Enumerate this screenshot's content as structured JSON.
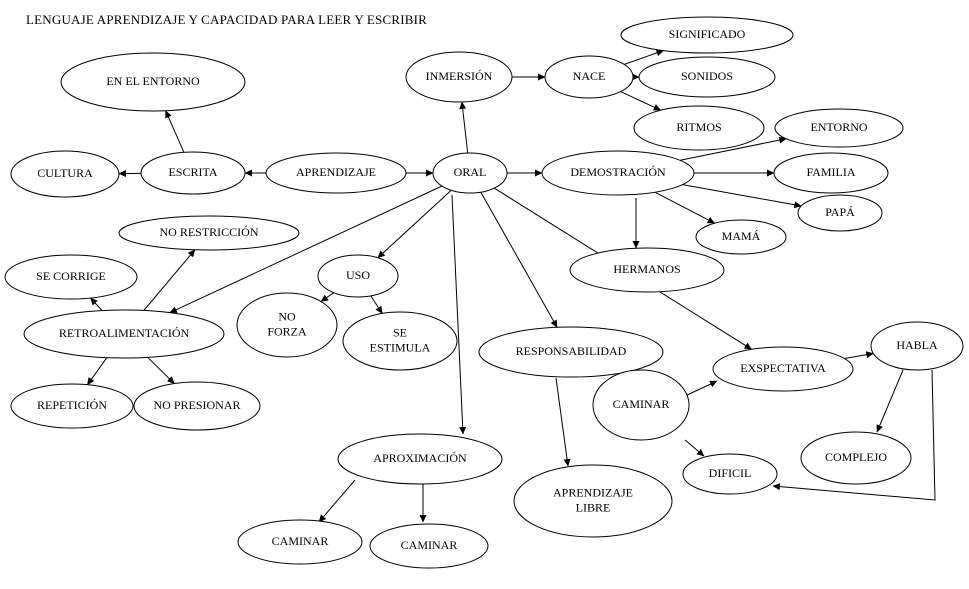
{
  "title": "LENGUAJE APRENDIZAJE Y CAPACIDAD PARA LEER Y ESCRIBIR",
  "colors": {
    "stroke": "#000000",
    "fill": "#ffffff",
    "text": "#000000"
  },
  "nodes": [
    {
      "id": "oral",
      "label": "ORAL"
    },
    {
      "id": "aprendizaje",
      "label": "APRENDIZAJE"
    },
    {
      "id": "escrita",
      "label": "ESCRITA"
    },
    {
      "id": "cultura",
      "label": "CULTURA"
    },
    {
      "id": "en-el-entorno",
      "label": "EN EL ENTORNO"
    },
    {
      "id": "inmersion",
      "label": "INMERSIÓN"
    },
    {
      "id": "nace",
      "label": "NACE"
    },
    {
      "id": "significado",
      "label": "SIGNIFICADO"
    },
    {
      "id": "sonidos",
      "label": "SONIDOS"
    },
    {
      "id": "ritmos",
      "label": "RITMOS"
    },
    {
      "id": "demostracion",
      "label": "DEMOSTRACIÓN"
    },
    {
      "id": "entorno",
      "label": "ENTORNO"
    },
    {
      "id": "familia",
      "label": "FAMILIA"
    },
    {
      "id": "papa",
      "label": "PAPÁ"
    },
    {
      "id": "mama",
      "label": "MAMÁ"
    },
    {
      "id": "hermanos",
      "label": "HERMANOS"
    },
    {
      "id": "uso",
      "label": "USO"
    },
    {
      "id": "no-forza",
      "label": "NO\nFORZA"
    },
    {
      "id": "se-estimula",
      "label": "SE\nESTIMULA"
    },
    {
      "id": "retroalimentacion",
      "label": "RETROALIMENTACIÓN"
    },
    {
      "id": "no-restriccion",
      "label": "NO RESTRICCIÓN"
    },
    {
      "id": "se-corrige",
      "label": "SE CORRIGE"
    },
    {
      "id": "repeticion",
      "label": "REPETICIÓN"
    },
    {
      "id": "no-presionar",
      "label": "NO PRESIONAR"
    },
    {
      "id": "responsabilidad",
      "label": "RESPONSABILIDAD"
    },
    {
      "id": "aprendizaje-libre",
      "label": "APRENDIZAJE\nLIBRE"
    },
    {
      "id": "aproximacion",
      "label": "APROXIMACIÓN"
    },
    {
      "id": "caminar-1",
      "label": "CAMINAR"
    },
    {
      "id": "caminar-2",
      "label": "CAMINAR"
    },
    {
      "id": "expectativa",
      "label": "EXSPECTATIVA"
    },
    {
      "id": "habla",
      "label": "HABLA"
    },
    {
      "id": "caminar-3",
      "label": "CAMINAR"
    },
    {
      "id": "dificil",
      "label": "DIFICIL"
    },
    {
      "id": "complejo",
      "label": "COMPLEJO"
    }
  ],
  "edges": [
    {
      "from": "aprendizaje",
      "to": "oral"
    },
    {
      "from": "aprendizaje",
      "to": "escrita"
    },
    {
      "from": "escrita",
      "to": "cultura"
    },
    {
      "from": "escrita",
      "to": "en-el-entorno"
    },
    {
      "from": "oral",
      "to": "inmersion"
    },
    {
      "from": "inmersion",
      "to": "nace"
    },
    {
      "from": "nace",
      "to": "significado"
    },
    {
      "from": "nace",
      "to": "sonidos"
    },
    {
      "from": "nace",
      "to": "ritmos"
    },
    {
      "from": "oral",
      "to": "demostracion"
    },
    {
      "from": "demostracion",
      "to": "entorno"
    },
    {
      "from": "demostracion",
      "to": "familia"
    },
    {
      "from": "demostracion",
      "to": "papa"
    },
    {
      "from": "demostracion",
      "to": "mama"
    },
    {
      "from": "demostracion",
      "to": "hermanos"
    },
    {
      "from": "oral",
      "to": "uso"
    },
    {
      "from": "uso",
      "to": "no-forza"
    },
    {
      "from": "uso",
      "to": "se-estimula"
    },
    {
      "from": "oral",
      "to": "retroalimentacion"
    },
    {
      "from": "retroalimentacion",
      "to": "no-restriccion"
    },
    {
      "from": "retroalimentacion",
      "to": "se-corrige"
    },
    {
      "from": "retroalimentacion",
      "to": "repeticion"
    },
    {
      "from": "retroalimentacion",
      "to": "no-presionar"
    },
    {
      "from": "oral",
      "to": "responsabilidad"
    },
    {
      "from": "responsabilidad",
      "to": "aprendizaje-libre"
    },
    {
      "from": "oral",
      "to": "aproximacion"
    },
    {
      "from": "aproximacion",
      "to": "caminar-1"
    },
    {
      "from": "aproximacion",
      "to": "caminar-2"
    },
    {
      "from": "oral",
      "to": "expectativa"
    },
    {
      "from": "expectativa",
      "to": "habla"
    },
    {
      "from": "habla",
      "to": "complejo"
    },
    {
      "from": "habla",
      "to": "dificil"
    },
    {
      "from": "caminar-3",
      "to": "expectativa"
    },
    {
      "from": "caminar-3",
      "to": "dificil"
    }
  ]
}
